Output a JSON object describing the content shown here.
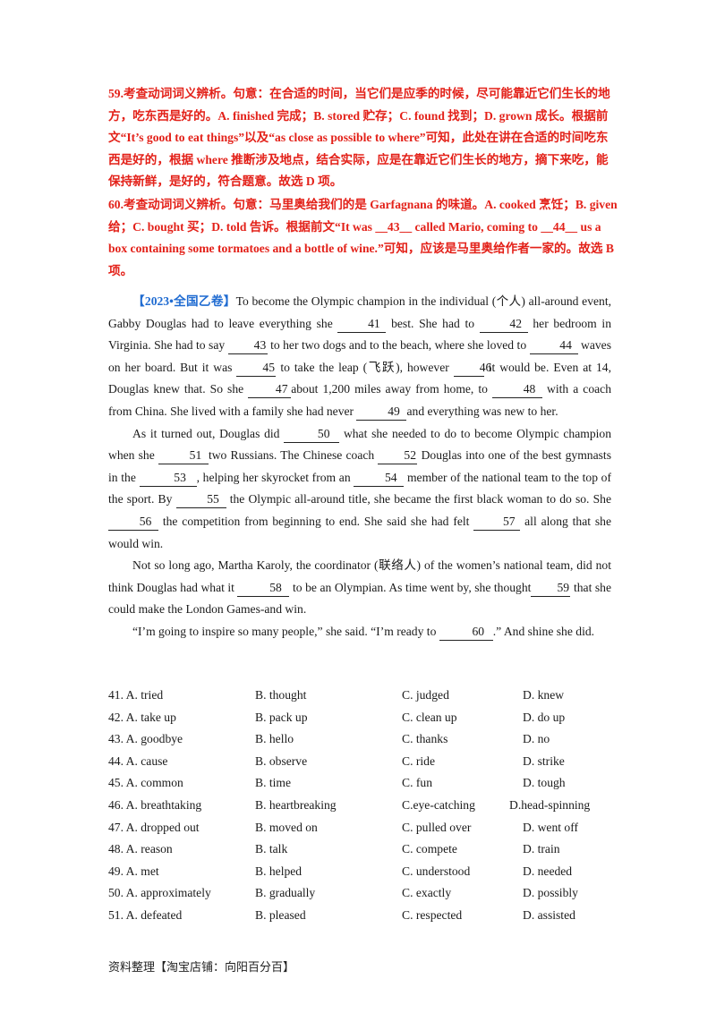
{
  "explanations": [
    "59.考查动词词义辨析。句意：在合适的时间，当它们是应季的时候，尽可能靠近它们生长的地方，吃东西是好的。A. finished 完成；B. stored 贮存；C. found 找到；D. grown 成长。根据前文“It’s good to eat things”以及“as close as possible to where”可知，此处在讲在合适的时间吃东西是好的，根据 where 推断涉及地点，结合实际，应是在靠近它们生长的地方，摘下来吃，能保持新鲜，是好的，符合题意。故选 D 项。",
    "60.考查动词词义辨析。句意：马里奥给我们的是 Garfagnana 的味道。A. cooked 烹饪；B. given 给；C. bought 买；D. told 告诉。根据前文“It was __43__ called Mario, coming to __44__ us a box containing some tormatoes and a bottle of wine.”可知，应该是马里奥给作者一家的。故选 B 项。"
  ],
  "passage": {
    "tag": "【2023•全国乙卷】",
    "p1": {
      "t0": "To become the Olympic champion in the individual (个人) all-around event, Gabby Douglas had to leave everything she ",
      "b41": "41",
      "t1": " best. She had to ",
      "b42": "42",
      "t2": " her bedroom in Virginia. She had to say ",
      "b43": "43",
      "t3": " to her two dogs and to the beach, where she loved to ",
      "b44": "44",
      "t4": " waves on her board. But it was ",
      "b45": "45",
      "t5": " to take the leap (飞跃), however ",
      "b46": "46",
      "t6": " it would be. Even at 14, Douglas knew that. So she ",
      "b47": "47",
      "t7": "about 1,200 miles away from home, to ",
      "b48": "48",
      "t8": " with a coach from China. She lived with a family she had never ",
      "b49": "49",
      "t9": "and everything was new to her."
    },
    "p2": {
      "t0": "As it turned out, Douglas did ",
      "b50": "50",
      "t1": " what she needed to do to become Olympic champion when she ",
      "b51": "51",
      "t2": "two Russians. The Chinese coach ",
      "b52": "52",
      "t3": " Douglas into one of the best gymnasts in the ",
      "b53": "53",
      "t4": ", helping her skyrocket from an ",
      "b54": "54",
      "t5": " member of the national team to the top of the sport. By ",
      "b55": "55",
      "t6": " the Olympic all-around title, she became the first black woman to do so. She ",
      "b56": "56",
      "t7": " the competition from beginning to end. She said she had felt ",
      "b57": "57",
      "t8": " all along that she would win."
    },
    "p3": {
      "t0": "Not so long ago, Martha Karoly, the coordinator (联络人) of the women’s national team, did not think Douglas had what it ",
      "b58": "58",
      "t1": " to be an Olympian. As time went by, she thought",
      "b59": "59",
      "t2": " that she could make the London Games-and win."
    },
    "p4": {
      "t0": "“I’m going to inspire so many people,” she said. “I’m ready to ",
      "b60": "60",
      "t1": ".” And shine she did."
    }
  },
  "options": [
    [
      "41. A. tried",
      "B. thought",
      "C. judged",
      "D. knew"
    ],
    [
      "42. A. take up",
      "B. pack up",
      "C. clean up",
      "D. do up"
    ],
    [
      "43. A. goodbye",
      "B. hello",
      "C. thanks",
      "D. no"
    ],
    [
      "44. A. cause",
      "B. observe",
      "C. ride",
      "D. strike"
    ],
    [
      "45. A. common",
      "B. time",
      "C. fun",
      "D. tough"
    ],
    [
      "46. A. breathtaking",
      "B. heartbreaking",
      "C.eye-catching",
      "D.head-spinning"
    ],
    [
      "47. A. dropped out",
      "B. moved on",
      "C. pulled over",
      "D. went off"
    ],
    [
      "48. A. reason",
      "B. talk",
      "C. compete",
      "D. train"
    ],
    [
      "49. A. met",
      "B. helped",
      "C. understood",
      "D. needed"
    ],
    [
      "50. A. approximately",
      "B. gradually",
      "C. exactly",
      "D. possibly"
    ],
    [
      "51. A. defeated",
      "B. pleased",
      "C. respected",
      "D. assisted"
    ]
  ],
  "footer": "资料整理【淘宝店铺：向阳百分百】",
  "colors": {
    "explanation": "#e32119",
    "tag": "#1f6bd1"
  }
}
